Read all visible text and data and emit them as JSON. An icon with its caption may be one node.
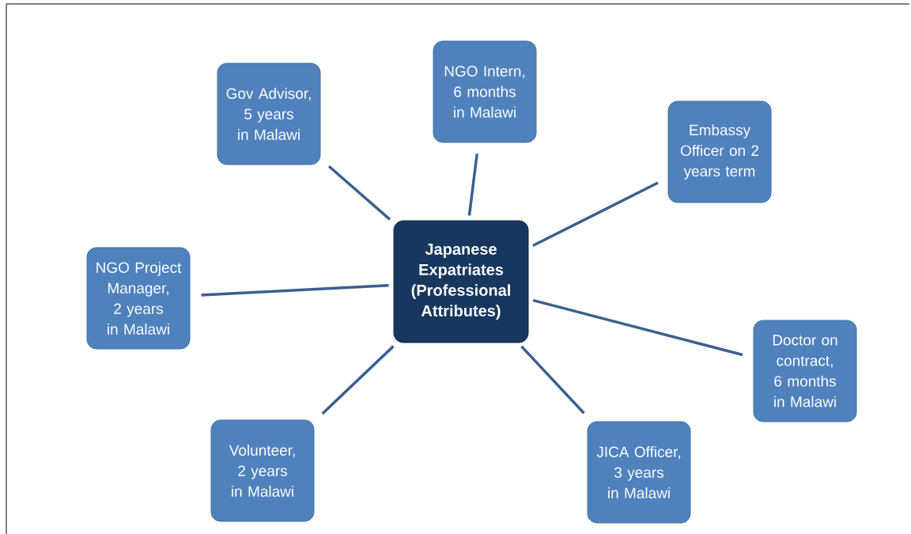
{
  "diagram": {
    "nodes": [
      {
        "text": [
          "Japanese Expatriates (Professional Attributes)"
        ]
      },
      {
        "text": [
          "Gov Advisor, 5 years in Malawi"
        ]
      },
      {
        "text": [
          "NGO Intern, 6 months in Malawi"
        ]
      },
      {
        "text": [
          "Embassy Officer on 2 years term"
        ]
      },
      {
        "text": [
          "NGO Project Manager, 2 years in Malawi"
        ]
      },
      {
        "text": [
          "Doctor on contract, 6 months in Malawi"
        ]
      },
      {
        "text": [
          "Volunteer, 2 years in Malawi"
        ]
      },
      {
        "text": [
          "JICA Officer, 3 years in Malawi"
        ]
      }
    ],
    "edges": [
      {
        "from": 0,
        "to": 1,
        "arrow": "none"
      },
      {
        "from": 0,
        "to": 2,
        "arrow": "none"
      },
      {
        "from": 0,
        "to": 3,
        "arrow": "none"
      },
      {
        "from": 0,
        "to": 4,
        "arrow": "none"
      },
      {
        "from": 0,
        "to": 5,
        "arrow": "none"
      },
      {
        "from": 0,
        "to": 6,
        "arrow": "none"
      },
      {
        "from": 0,
        "to": 7,
        "arrow": "none"
      }
    ]
  }
}
